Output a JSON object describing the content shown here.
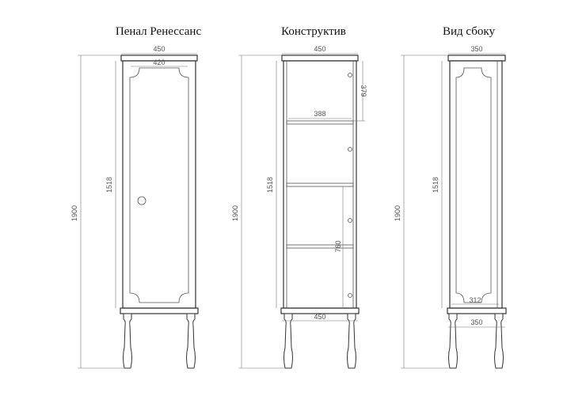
{
  "titles": {
    "front": "Пенал Ренессанс",
    "construct": "Конструктив",
    "side": "Вид сбоку"
  },
  "front": {
    "width_top": "450",
    "width_inner": "420",
    "height_total": "1900",
    "height_body": "1518"
  },
  "construct": {
    "width_top": "450",
    "shelf_width": "388",
    "top_gap": "379",
    "height_total": "1900",
    "height_body": "1518",
    "lower_section": "760",
    "width_bottom": "450"
  },
  "side": {
    "width_top": "350",
    "height_total": "1900",
    "height_body": "1518",
    "depth_inner": "312",
    "width_bottom": "350"
  }
}
